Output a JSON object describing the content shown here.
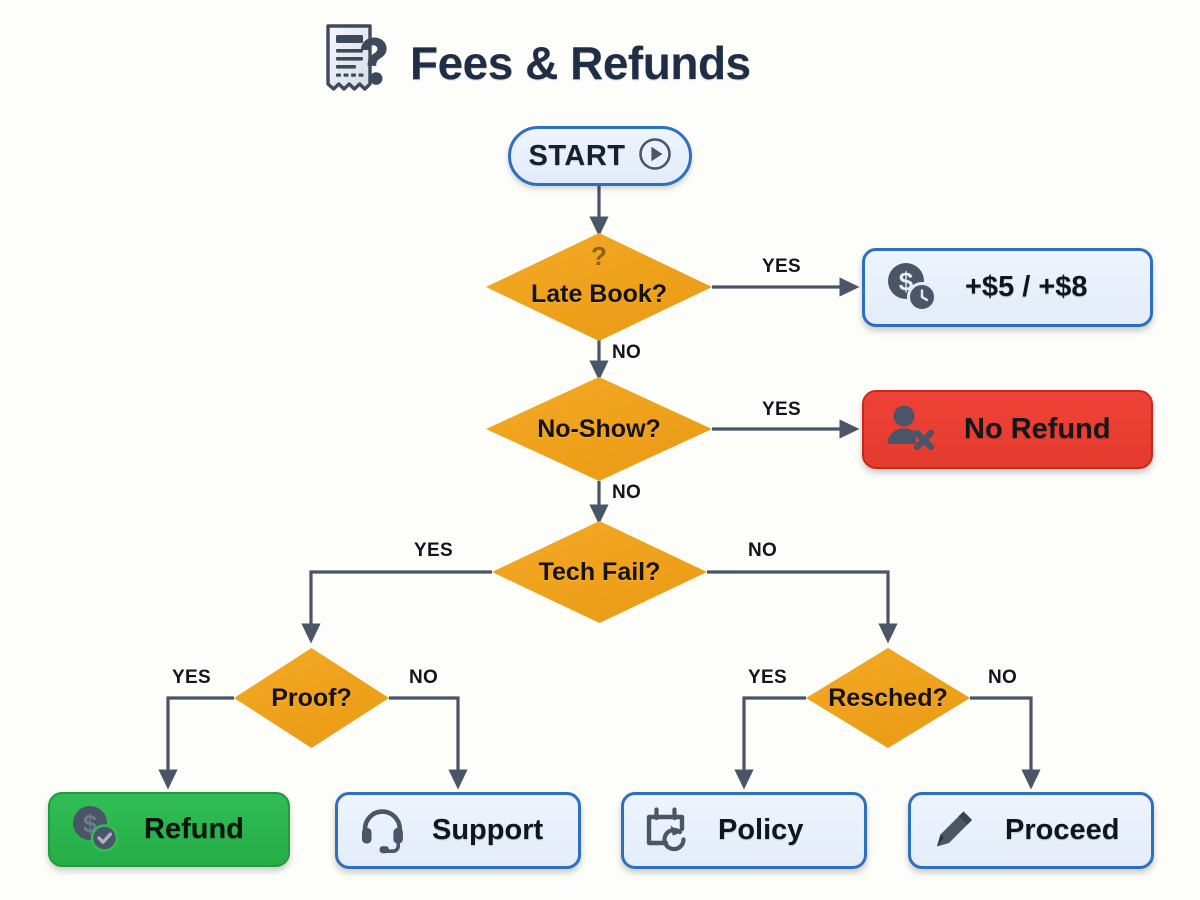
{
  "page": {
    "title": "Fees & Refunds",
    "title_icon": "receipt-question-icon",
    "background_color": "#fdfdfa",
    "title_color": "#1f2d45"
  },
  "palette": {
    "orange": "#f0a020",
    "blue_border": "#2f6fc0",
    "blue_fill": "#e7eefb",
    "red": "#ef4236",
    "green": "#2bb24c",
    "edge": "#4a5568",
    "text_dark": "#10161f"
  },
  "flowchart": {
    "type": "decision-flowchart",
    "nodes": [
      {
        "id": "start",
        "kind": "terminator",
        "label": "START",
        "icon": "play-circle-icon",
        "color": "#e7eefb"
      },
      {
        "id": "late_book",
        "kind": "decision",
        "label": "Late Book?",
        "icon": "question-mark-icon",
        "color": "#f0a020"
      },
      {
        "id": "late_fee",
        "kind": "result",
        "label": "+$5 / +$8",
        "icon": "dollar-clock-icon",
        "color": "#e7eefb"
      },
      {
        "id": "no_show",
        "kind": "decision",
        "label": "No-Show?",
        "icon": "",
        "color": "#f0a020"
      },
      {
        "id": "no_refund",
        "kind": "result",
        "label": "No Refund",
        "icon": "user-remove-icon",
        "color": "#ef4236"
      },
      {
        "id": "tech_fail",
        "kind": "decision",
        "label": "Tech Fail?",
        "icon": "",
        "color": "#f0a020"
      },
      {
        "id": "proof",
        "kind": "decision",
        "label": "Proof?",
        "icon": "",
        "color": "#f0a020"
      },
      {
        "id": "resched",
        "kind": "decision",
        "label": "Resched?",
        "icon": "",
        "color": "#f0a020"
      },
      {
        "id": "refund",
        "kind": "result",
        "label": "Refund",
        "icon": "dollar-check-icon",
        "color": "#2bb24c"
      },
      {
        "id": "support",
        "kind": "result",
        "label": "Support",
        "icon": "headset-icon",
        "color": "#e7eefb"
      },
      {
        "id": "policy",
        "kind": "result",
        "label": "Policy",
        "icon": "calendar-undo-icon",
        "color": "#e7eefb"
      },
      {
        "id": "proceed",
        "kind": "result",
        "label": "Proceed",
        "icon": "pencil-icon",
        "color": "#e7eefb"
      }
    ],
    "edges": [
      {
        "from": "start",
        "to": "late_book",
        "label": ""
      },
      {
        "from": "late_book",
        "to": "late_fee",
        "label": "YES"
      },
      {
        "from": "late_book",
        "to": "no_show",
        "label": "NO"
      },
      {
        "from": "no_show",
        "to": "no_refund",
        "label": "YES"
      },
      {
        "from": "no_show",
        "to": "tech_fail",
        "label": "NO"
      },
      {
        "from": "tech_fail",
        "to": "proof",
        "label": "YES"
      },
      {
        "from": "tech_fail",
        "to": "resched",
        "label": "NO"
      },
      {
        "from": "proof",
        "to": "refund",
        "label": "YES"
      },
      {
        "from": "proof",
        "to": "support",
        "label": "NO"
      },
      {
        "from": "resched",
        "to": "policy",
        "label": "YES"
      },
      {
        "from": "resched",
        "to": "proceed",
        "label": "NO"
      }
    ]
  },
  "edge_labels": {
    "late_book_yes": "YES",
    "late_book_no": "NO",
    "no_show_yes": "YES",
    "no_show_no": "NO",
    "tech_fail_yes": "YES",
    "tech_fail_no": "NO",
    "proof_yes": "YES",
    "proof_no": "NO",
    "resched_yes": "YES",
    "resched_no": "NO"
  }
}
